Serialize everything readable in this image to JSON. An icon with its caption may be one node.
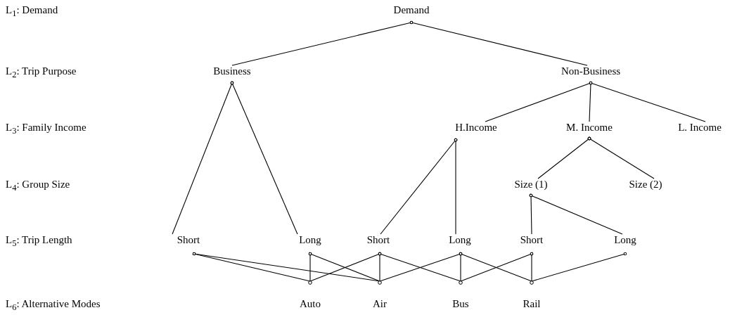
{
  "diagram": {
    "nodes": [
      {
        "text": [
          "Demand"
        ]
      },
      {
        "text": [
          "Business"
        ]
      },
      {
        "text": [
          "Non-Business"
        ]
      },
      {
        "text": [
          "H.Income"
        ]
      },
      {
        "text": [
          "M. Income"
        ]
      },
      {
        "text": [
          "L. Income"
        ]
      },
      {
        "text": [
          "Size (1)"
        ]
      },
      {
        "text": [
          "Size (2)"
        ]
      },
      {
        "text": [
          "Short"
        ]
      },
      {
        "text": [
          "Long"
        ]
      },
      {
        "text": [
          "Short"
        ]
      },
      {
        "text": [
          "Long"
        ]
      },
      {
        "text": [
          "Short"
        ]
      },
      {
        "text": [
          "Long"
        ]
      },
      {
        "text": [
          "Auto"
        ]
      },
      {
        "text": [
          "Air"
        ]
      },
      {
        "text": [
          "Bus"
        ]
      },
      {
        "text": [
          "Rail"
        ]
      }
    ],
    "edges": [
      {
        "from": 0,
        "to": 1,
        "arrow": "other"
      },
      {
        "from": 0,
        "to": 2,
        "arrow": "other"
      },
      {
        "from": 1,
        "to": 8,
        "arrow": "other"
      },
      {
        "from": 1,
        "to": 9,
        "arrow": "other"
      },
      {
        "from": 2,
        "to": 3,
        "arrow": "other"
      },
      {
        "from": 2,
        "to": 4,
        "arrow": "other"
      },
      {
        "from": 2,
        "to": 5,
        "arrow": "other"
      },
      {
        "from": 3,
        "to": 10,
        "arrow": "other"
      },
      {
        "from": 3,
        "to": 11,
        "arrow": "other"
      },
      {
        "from": 4,
        "to": 6,
        "arrow": "other"
      },
      {
        "from": 4,
        "to": 7,
        "arrow": "other"
      },
      {
        "from": 6,
        "to": 12,
        "arrow": "other"
      },
      {
        "from": 6,
        "to": 13,
        "arrow": "other"
      },
      {
        "from": 8,
        "to": 14,
        "arrow": "other"
      },
      {
        "from": 8,
        "to": 15,
        "arrow": "other"
      },
      {
        "from": 9,
        "to": 14,
        "arrow": "other"
      },
      {
        "from": 9,
        "to": 15,
        "arrow": "other"
      },
      {
        "from": 10,
        "to": 14,
        "arrow": "other"
      },
      {
        "from": 10,
        "to": 15,
        "arrow": "other"
      },
      {
        "from": 10,
        "to": 16,
        "arrow": "other"
      },
      {
        "from": 11,
        "to": 15,
        "arrow": "other"
      },
      {
        "from": 11,
        "to": 16,
        "arrow": "other"
      },
      {
        "from": 11,
        "to": 17,
        "arrow": "other"
      },
      {
        "from": 12,
        "to": 16,
        "arrow": "other"
      },
      {
        "from": 12,
        "to": 17,
        "arrow": "other"
      },
      {
        "from": 13,
        "to": 17,
        "arrow": "other"
      }
    ],
    "labels": [
      "L$_{1}$: Demand",
      "L$_{2}$: Trip Purpose",
      "L$_{3}$: Family Income",
      "L$_{4}$: Group Size",
      "L$_{5}$: Trip Length",
      "L$_{6}$: Alternative Modes"
    ]
  }
}
